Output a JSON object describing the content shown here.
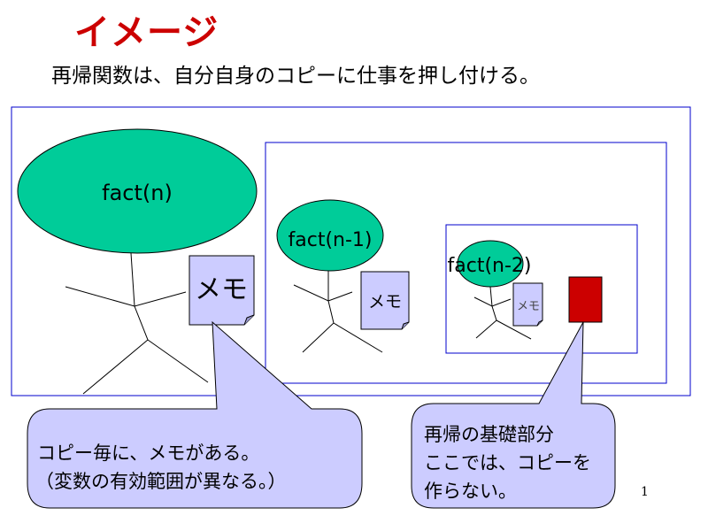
{
  "title": "イメージ",
  "subtitle": "再帰関数は、自分自身のコピーに仕事を押し付ける。",
  "page_number": "1",
  "levels": [
    {
      "call_label": "fact(n)",
      "memo_label": "メモ"
    },
    {
      "call_label": "fact(n-1)",
      "memo_label": "メモ"
    },
    {
      "call_label": "fact(n-2)",
      "memo_label": "メモ"
    }
  ],
  "callouts": {
    "memo": {
      "lines": [
        "コピー毎に、メモがある。",
        "（変数の有効範囲が異なる。）"
      ]
    },
    "base": {
      "lines": [
        "再帰の基礎部分",
        "ここでは、コピーを",
        "作らない。"
      ]
    }
  },
  "colors": {
    "title": "#cc0000",
    "ellipse_fill": "#00cc99",
    "memo_fill": "#ccccff",
    "callout_fill": "#ccccff",
    "frame_stroke": "#0000cc",
    "base_case_fill": "#cc0000"
  }
}
